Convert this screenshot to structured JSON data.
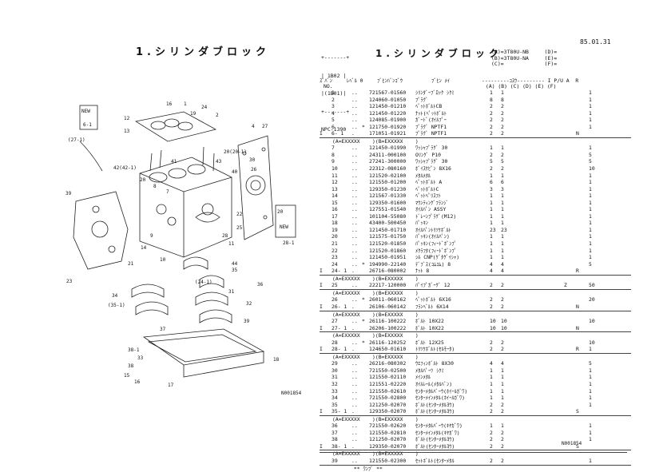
{
  "left": {
    "title": "1.シリンダブロック",
    "code": "N001854",
    "callouts": [
      "NEW",
      "6-1",
      "12",
      "13",
      "16",
      "1",
      "19",
      "24",
      "2",
      "4",
      "27",
      "(27-1)",
      "42(42-1)",
      "20(20-1)",
      "20",
      "43",
      "40",
      "41",
      "8",
      "7",
      "(24-1)",
      "37",
      "39",
      "23",
      "9",
      "26",
      "30",
      "25",
      "14",
      "10",
      "11",
      "21",
      "22",
      "28",
      "20",
      "NEW",
      "28-1",
      "44",
      "35",
      "(35-1)",
      "36",
      "34",
      "33",
      "38",
      "38-1",
      "15",
      "16",
      "17",
      "18",
      "31",
      "32",
      "39"
    ]
  },
  "header": {
    "date": "85.01.31",
    "box_lines": [
      "+-------+",
      "| 1B02 |",
      "|(1B01)|",
      "+-------+",
      "NPC-1390"
    ],
    "title": "1.シリンダブロック",
    "models": [
      {
        "k": "(A)=3T80U-NB",
        "v": "(D)="
      },
      {
        "k": "(B)=3T80U-NA",
        "v": "(E)="
      },
      {
        "k": "(C)=",
        "v": "(F)="
      }
    ]
  },
  "columns": {
    "no": "ｽﾞﾊﾞﾝ",
    "no2": "NO.",
    "level": "ﾚﾍﾞﾙ 0",
    "part": "ﾌﾞﾋﾝﾊﾞﾝｺﾞｳ",
    "name": "ﾌﾞﾋﾝ ﾒｲ",
    "qty": "---------ｺｽｳ--------- I P/U A  R",
    "qty_sub": "(A) (B) (C) (D) (E) (F)"
  },
  "rows": [
    {
      "flag": "",
      "no": "1",
      "dots": "..",
      "star": "",
      "part": "721567-01560",
      "name": "ｼﾘﾝﾀﾞｰﾌﾞﾛｯｸ ｼｸﾐ",
      "a": "1",
      "b": "1",
      "p": "",
      "n": "",
      "r": "1"
    },
    {
      "flag": "",
      "no": "2",
      "dots": "..",
      "star": "",
      "part": "124060-01050",
      "name": "ﾌﾟﾗｸﾞ",
      "a": "8",
      "b": "8",
      "p": "",
      "n": "",
      "r": "1"
    },
    {
      "flag": "",
      "no": "3",
      "dots": "..",
      "star": "",
      "part": "121450-01210",
      "name": "ﾍﾟｯﾄﾎﾞﾙﾄCB",
      "a": "2",
      "b": "2",
      "p": "",
      "n": "",
      "r": "1"
    },
    {
      "flag": "",
      "no": "4",
      "dots": "..",
      "star": "",
      "part": "121450-01220",
      "name": "ﾅｯﾄ(ﾍﾟｯﾄﾎﾞﾙﾄ",
      "a": "2",
      "b": "2",
      "p": "",
      "n": "",
      "r": "1"
    },
    {
      "flag": "",
      "no": "5",
      "dots": "..",
      "star": "",
      "part": "124085-01900",
      "name": "ｶﾞｰﾄﾞ(ｵｲﾙﾌﾟｰ",
      "a": "2",
      "b": "2",
      "p": "",
      "n": "",
      "r": "1"
    },
    {
      "flag": "",
      "no": "6",
      "dots": "..",
      "star": "*",
      "part": "121750-01920",
      "name": "ﾌﾟﾗｸﾞ NPTF1",
      "a": "2",
      "b": "2",
      "p": "",
      "n": "",
      "r": "1"
    },
    {
      "flag": "I",
      "no": "6- 1",
      "dots": ".",
      "star": "",
      "part": "171051-01921",
      "name": "ﾌﾟﾗｸﾞ NPTF1",
      "a": "2",
      "b": "2",
      "p": "",
      "n": "N",
      "r": "",
      "rule": true
    },
    {
      "note": "(A=EXXXXX    )(B=EXXXXX    )"
    },
    {
      "flag": "",
      "no": "7",
      "dots": "..",
      "star": "",
      "part": "121450-01990",
      "name": "ﾜｯｼｬﾌﾟﾗｸﾞ 30",
      "a": "1",
      "b": "1",
      "p": "",
      "n": "",
      "r": "1"
    },
    {
      "flag": "",
      "no": "8",
      "dots": "..",
      "star": "",
      "part": "24311-000100",
      "name": "Oﾘﾝｸﾞ P10",
      "a": "2",
      "b": "2",
      "p": "",
      "n": "",
      "r": "5"
    },
    {
      "flag": "",
      "no": "9",
      "dots": "..",
      "star": "",
      "part": "27241-300000",
      "name": "ﾜｯｼｬﾌﾟﾗｸﾞ 30",
      "a": "5",
      "b": "5",
      "p": "",
      "n": "",
      "r": "5"
    },
    {
      "flag": "",
      "no": "10",
      "dots": "..",
      "star": "",
      "part": "22312-080160",
      "name": "ﾎﾞｲｽｹﾋﾟﾝ 8X16",
      "a": "2",
      "b": "2",
      "p": "",
      "n": "",
      "r": "10"
    },
    {
      "flag": "",
      "no": "11",
      "dots": "..",
      "star": "",
      "part": "121520-02100",
      "name": "ﾒﾀﾙﾒﾀﾙ",
      "a": "1",
      "b": "1",
      "p": "",
      "n": "",
      "r": "1"
    },
    {
      "flag": "",
      "no": "12",
      "dots": "..",
      "star": "",
      "part": "121550-01200",
      "name": "ﾍﾟｯﾄﾎﾞﾙﾄ A",
      "a": "6",
      "b": "6",
      "p": "",
      "n": "",
      "r": "1"
    },
    {
      "flag": "",
      "no": "13",
      "dots": "..",
      "star": "",
      "part": "129350-01230",
      "name": "ﾍﾟｯﾄﾎﾞﾙﾄC",
      "a": "3",
      "b": "3",
      "p": "",
      "n": "",
      "r": "1"
    },
    {
      "flag": "",
      "no": "14",
      "dots": "..",
      "star": "",
      "part": "121567-01330",
      "name": "ﾍﾟｯﾄﾍﾟﾘｽﾌﾄ",
      "a": "1",
      "b": "1",
      "p": "",
      "n": "",
      "r": "1"
    },
    {
      "flag": "",
      "no": "15",
      "dots": "..",
      "star": "",
      "part": "129350-01600",
      "name": "ﾏｳﾝﾃｨﾝｸﾞﾌﾗﾝｼﾞ",
      "a": "1",
      "b": "1",
      "p": "",
      "n": "",
      "r": "1"
    },
    {
      "flag": "",
      "no": "16",
      "dots": "..",
      "star": "",
      "part": "127551-01540",
      "name": "ｵｲﾙﾊﾟﾝ ASSY",
      "a": "1",
      "b": "1",
      "p": "",
      "n": "",
      "r": "1"
    },
    {
      "flag": "",
      "no": "17",
      "dots": "..",
      "star": "",
      "part": "101104-55080",
      "name": "ﾄﾞﾚｰﾝﾌﾟﾗｸﾞ(M12)",
      "a": "1",
      "b": "1",
      "p": "",
      "n": "",
      "r": "1"
    },
    {
      "flag": "",
      "no": "18",
      "dots": "..",
      "star": "",
      "part": "43400-500450",
      "name": "ﾊﾟｯｷﾝ",
      "a": "1",
      "b": "1",
      "p": "",
      "n": "",
      "r": "1"
    },
    {
      "flag": "",
      "no": "19",
      "dots": "..",
      "star": "",
      "part": "121450-01710",
      "name": "ｵｲﾙﾊﾟﾝﾄﾘﾂｹﾎﾞﾙﾄ",
      "a": "23",
      "b": "23",
      "p": "",
      "n": "",
      "r": "1"
    },
    {
      "flag": "",
      "no": "20",
      "dots": "..",
      "star": "",
      "part": "121575-01750",
      "name": "ﾊﾟｯｷﾝ(ｵｲﾙﾊﾟﾝ)",
      "a": "1",
      "b": "1",
      "p": "",
      "n": "",
      "r": "1"
    },
    {
      "flag": "",
      "no": "21",
      "dots": "..",
      "star": "",
      "part": "121520-01850",
      "name": "ﾊﾟｯｷﾝ(ﾌｨｰﾄﾞﾎﾟﾝﾌﾟ",
      "a": "1",
      "b": "1",
      "p": "",
      "n": "",
      "r": "1"
    },
    {
      "flag": "",
      "no": "22",
      "dots": "..",
      "star": "",
      "part": "121520-01860",
      "name": "ﾒｸﾗﾌﾀ(ﾌｨｰﾄﾞﾎﾟﾝﾌﾟ",
      "a": "1",
      "b": "1",
      "p": "",
      "n": "",
      "r": "1"
    },
    {
      "flag": "",
      "no": "23",
      "dots": "..",
      "star": "",
      "part": "121450-01951",
      "name": "ｼﾙ CNP(ｹﾞﾀｸﾞｲｼｬ)",
      "a": "1",
      "b": "1",
      "p": "",
      "n": "",
      "r": "1"
    },
    {
      "flag": "",
      "no": "24",
      "dots": "..",
      "star": "*",
      "part": "194990-22140",
      "name": "ﾃﾞﾌﾞｽ(ｺﾑｺﾑ) 8",
      "a": "4",
      "b": "4",
      "p": "",
      "n": "",
      "r": "5"
    },
    {
      "flag": "I",
      "no": "24- 1",
      "dots": ".",
      "star": "",
      "part": "26716-080002",
      "name": "ﾅｯﾄ 8",
      "a": "4",
      "b": "4",
      "p": "",
      "n": "R",
      "r": "",
      "rule": true
    },
    {
      "note": "(A=EXXXXX    )(B=EXXXXX    )"
    },
    {
      "flag": "I",
      "no": "25",
      "dots": "..",
      "star": "",
      "part": "22217-120000",
      "name": "ﾊﾟｲﾌﾟｶﾞｰｸﾞ 12",
      "a": "2",
      "b": "2",
      "p": "Z",
      "n": "",
      "r": "50",
      "rule": true
    },
    {
      "note": "(A=EXXXXX    )(B=EXXXXX    )"
    },
    {
      "flag": "",
      "no": "26",
      "dots": "..",
      "star": "*",
      "part": "26011-060162",
      "name": "ﾍﾟｯﾄﾎﾞﾙﾄ 6X16",
      "a": "2",
      "b": "2",
      "p": "",
      "n": "",
      "r": "20"
    },
    {
      "flag": "I",
      "no": "26- 1",
      "dots": ".",
      "star": "",
      "part": "26106-060142",
      "name": "ﾌﾗﾝﾍﾞﾙﾄ 6X14",
      "a": "2",
      "b": "2",
      "p": "",
      "n": "N",
      "r": "",
      "rule": true
    },
    {
      "note": "(A=EXXXXX    )(B=EXXXXX    )"
    },
    {
      "flag": "",
      "no": "27",
      "dots": "..",
      "star": "*",
      "part": "26116-100222",
      "name": "ﾎﾞﾙﾄ 10X22",
      "a": "10",
      "b": "10",
      "p": "",
      "n": "",
      "r": "10"
    },
    {
      "flag": "I",
      "no": "27- 1",
      "dots": ".",
      "star": "",
      "part": "26206-100222",
      "name": "ﾎﾞﾙﾄ 10X22",
      "a": "10",
      "b": "10",
      "p": "",
      "n": "N",
      "r": "",
      "rule": true
    },
    {
      "note": "(A=EXXXXX    )(B=EXXXXX    )"
    },
    {
      "flag": "",
      "no": "28",
      "dots": "..",
      "star": "*",
      "part": "26116-120252",
      "name": "ﾎﾞﾙﾄ 12X25",
      "a": "2",
      "b": "2",
      "p": "",
      "n": "",
      "r": "10"
    },
    {
      "flag": "I",
      "no": "28- 1",
      "dots": ".",
      "star": "",
      "part": "124650-01610",
      "name": "ﾄﾘﾂｹﾎﾞﾙﾄ(ｾﾙﾓｰﾀ)",
      "a": "2",
      "b": "2",
      "p": "",
      "n": "R",
      "r": "1",
      "rule": true
    },
    {
      "note": "(A=EXXXXX    )(B=EXXXXX    )"
    },
    {
      "flag": "",
      "no": "29",
      "dots": "..",
      "star": "",
      "part": "26216-080302",
      "name": "ｳｴﾌｨﾝﾎﾞﾙﾄ 8X30",
      "a": "4",
      "b": "4",
      "p": "",
      "n": "",
      "r": "5"
    },
    {
      "flag": "",
      "no": "30",
      "dots": "..",
      "star": "",
      "part": "721550-02500",
      "name": "ﾒﾀﾙﾊﾟｰﾂ ｼｸﾐ",
      "a": "1",
      "b": "1",
      "p": "",
      "n": "",
      "r": "1"
    },
    {
      "flag": "",
      "no": "31",
      "dots": "..",
      "star": "",
      "part": "121550-02110",
      "name": "ﾒｲﾝﾒﾀﾙ",
      "a": "1",
      "b": "1",
      "p": "",
      "n": "",
      "r": "1"
    },
    {
      "flag": "",
      "no": "32",
      "dots": "..",
      "star": "",
      "part": "121551-02220",
      "name": "ｵｲﾙﾚｰﾙ(ﾒﾀﾙﾊﾞﾝ)",
      "a": "1",
      "b": "1",
      "p": "",
      "n": "",
      "r": "1"
    },
    {
      "flag": "",
      "no": "33",
      "dots": "..",
      "star": "",
      "part": "121550-02610",
      "name": "ｾﾝﾀｰﾒﾀﾙﾊﾞｰｳ(ﾎｲｰﾙｶﾞﾜ)",
      "a": "1",
      "b": "1",
      "p": "",
      "n": "",
      "r": "1"
    },
    {
      "flag": "",
      "no": "34",
      "dots": "..",
      "star": "",
      "part": "721550-02800",
      "name": "ｾﾝﾀｰﾒｲﾝﾒﾀﾙ(ﾎｲｰﾙｶﾞﾜ)",
      "a": "1",
      "b": "1",
      "p": "",
      "n": "",
      "r": "1"
    },
    {
      "flag": "",
      "no": "35",
      "dots": "..",
      "star": "",
      "part": "121250-02070",
      "name": "ﾎﾞﾙﾄ(ｾﾝﾀｰﾒﾀﾙﾖｳ)",
      "a": "2",
      "b": "2",
      "p": "",
      "n": "",
      "r": "1"
    },
    {
      "flag": "I",
      "no": "35- 1",
      "dots": ".",
      "star": "",
      "part": "129350-02070",
      "name": "ﾎﾞﾙﾄ(ｾﾝﾀｰﾒﾀﾙﾖｳ)",
      "a": "2",
      "b": "2",
      "p": "",
      "n": "S",
      "r": "",
      "rule": true
    },
    {
      "note": "(A=EXXXXX    )(B=EXXXXX    )"
    },
    {
      "flag": "",
      "no": "36",
      "dots": "..",
      "star": "",
      "part": "721550-02620",
      "name": "ｾﾝﾀｰﾒﾀﾙﾊﾞｰｳ(ｷﾔｶﾞﾜ)",
      "a": "1",
      "b": "1",
      "p": "",
      "n": "",
      "r": "1"
    },
    {
      "flag": "",
      "no": "37",
      "dots": "..",
      "star": "",
      "part": "121550-02810",
      "name": "ｾﾝﾀｰﾒｲﾝﾒﾀﾙ(ｷﾔｶﾞﾜ)",
      "a": "2",
      "b": "2",
      "p": "",
      "n": "",
      "r": "1"
    },
    {
      "flag": "",
      "no": "38",
      "dots": "..",
      "star": "",
      "part": "121250-02070",
      "name": "ﾎﾞﾙﾄ(ｾﾝﾀｰﾒﾀﾙﾖｳ)",
      "a": "2",
      "b": "2",
      "p": "",
      "n": "",
      "r": "1"
    },
    {
      "flag": "I",
      "no": "38- 1",
      "dots": ".",
      "star": "",
      "part": "129350-02070",
      "name": "ﾎﾞﾙﾄ(ｾﾝﾀｰﾒﾀﾙﾖｳ)",
      "a": "2",
      "b": "2",
      "p": "",
      "n": "S",
      "r": "",
      "rule": true
    },
    {
      "note": "(A=EXXXXX    )(B=EXXXXX    )"
    },
    {
      "flag": "",
      "no": "39",
      "dots": "..",
      "star": "",
      "part": "121550-02300",
      "name": "ｾｯﾄﾎﾞﾙﾄ(ｾﾝﾀｰﾒﾀﾙ",
      "a": "2",
      "b": "2",
      "p": "",
      "n": "",
      "r": "1",
      "rule": true
    },
    {
      "note": "       ** ﾜﾝﾌﾞ **"
    }
  ],
  "footer_code": "N001854"
}
